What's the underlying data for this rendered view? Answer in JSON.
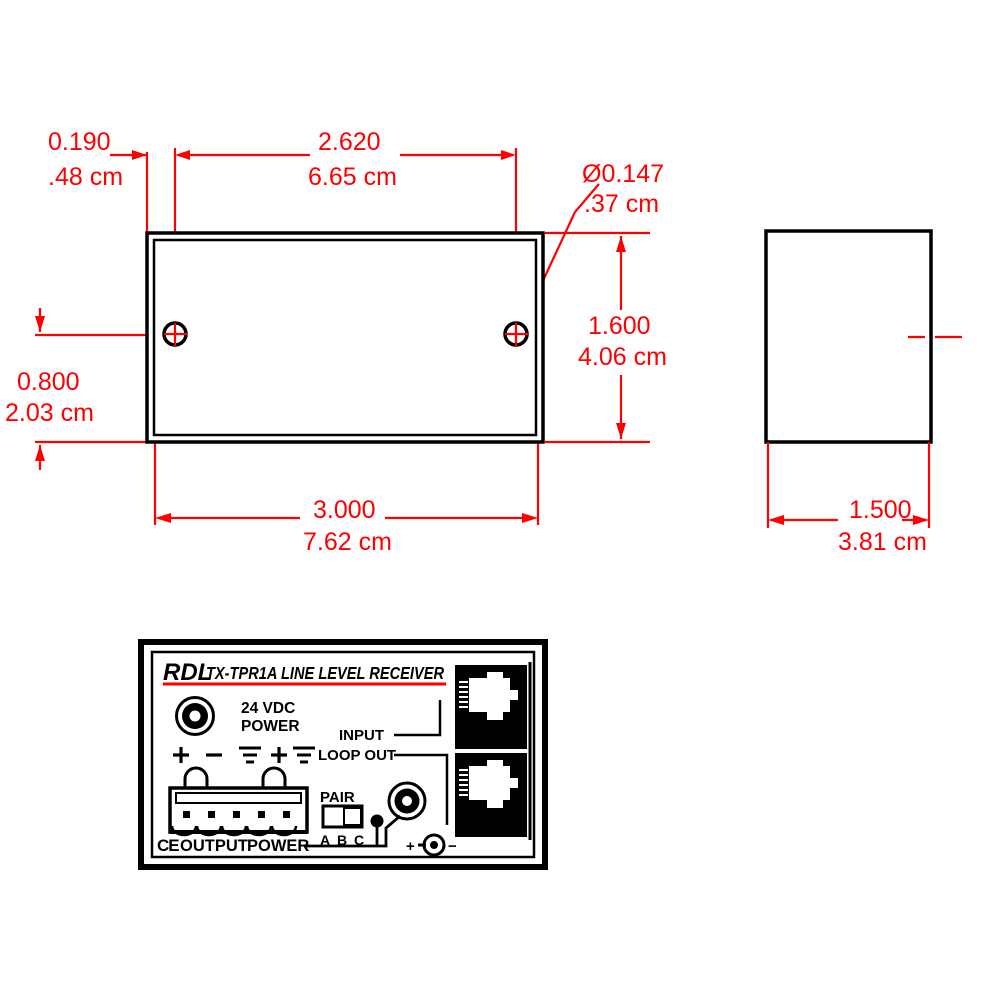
{
  "drawing": {
    "title": "RDL TX-TPR1A Line Level Receiver dimensional drawing",
    "colors": {
      "dimension": "#ff0000",
      "outline": "#000000",
      "background": "#ffffff",
      "brand": "#ff0000"
    },
    "units": {
      "primary": "inches",
      "secondary": "cm"
    }
  },
  "dimensions": {
    "edge_to_hole": {
      "inch": "0.190",
      "cm": ".48 cm"
    },
    "hole_spacing": {
      "inch": "2.620",
      "cm": "6.65 cm"
    },
    "hole_diameter": {
      "inch": "Ø0.147",
      "cm": ".37 cm"
    },
    "height": {
      "inch": "1.600",
      "cm": "4.06 cm"
    },
    "top_to_hole": {
      "inch": "0.800",
      "cm": "2.03 cm"
    },
    "width": {
      "inch": "3.000",
      "cm": "7.62 cm"
    },
    "depth": {
      "inch": "1.500",
      "cm": "3.81 cm"
    }
  },
  "panel": {
    "brand": "RDL",
    "model_title": "TX-TPR1A LINE LEVEL RECEIVER",
    "labels": {
      "power_rating": "24 VDC",
      "power_word": "POWER",
      "input": "INPUT",
      "loop_out": "LOOP OUT",
      "pair": "PAIR",
      "pair_a": "A",
      "pair_b": "B",
      "pair_c": "C",
      "output": "OUTPUT",
      "output_power": "POWER",
      "ce_mark": "CE",
      "dc_plus": "+",
      "dc_minus": "−"
    },
    "terminal_symbols": [
      "+",
      "−",
      "⏚",
      "+",
      "⏚"
    ]
  },
  "views": {
    "front": "front-view",
    "side": "side-view",
    "panel": "panel-view"
  }
}
